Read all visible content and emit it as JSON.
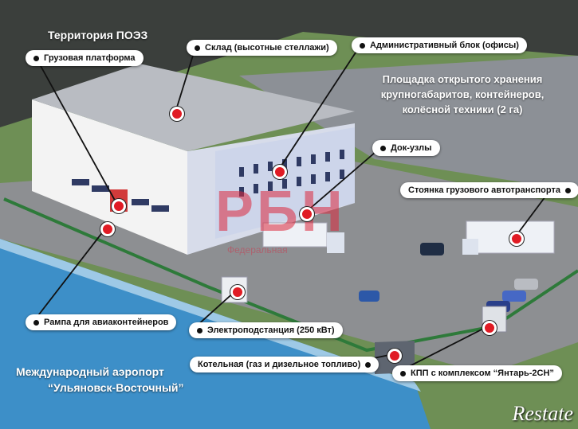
{
  "territory_title": "Территория ПОЭЗ",
  "open_area": {
    "line1": "Площадка открытого хранения",
    "line2": "крупногабаритов, контейнеров,",
    "line3": "колёсной техники (2 га)"
  },
  "airport": {
    "line1": "Международный аэропорт",
    "line2": "“Ульяновск-Восточный”"
  },
  "labels": {
    "cargo_platform": "Грузовая платформа",
    "warehouse": "Склад (высотные стеллажи)",
    "admin_block": "Административный блок (офисы)",
    "dock_units": "Док-узлы",
    "truck_parking": "Стоянка  грузового автотранспорта",
    "air_container_ramp": "Рампа для авиаконтейнеров",
    "substation": "Электроподстанция (250 кВт)",
    "boiler": "Котельная (газ и дизельное топливо)",
    "checkpoint": "КПП с комплексом “Янтарь-2СН”"
  },
  "watermark": "РБН",
  "watermark_sub": "Федеральная",
  "logo": "Restate",
  "colors": {
    "marker": "#e01b24",
    "grass": "#6e8f55",
    "water": "#3d8fc8",
    "asphalt": "#8d8f92",
    "building": "#e9ecf2"
  }
}
